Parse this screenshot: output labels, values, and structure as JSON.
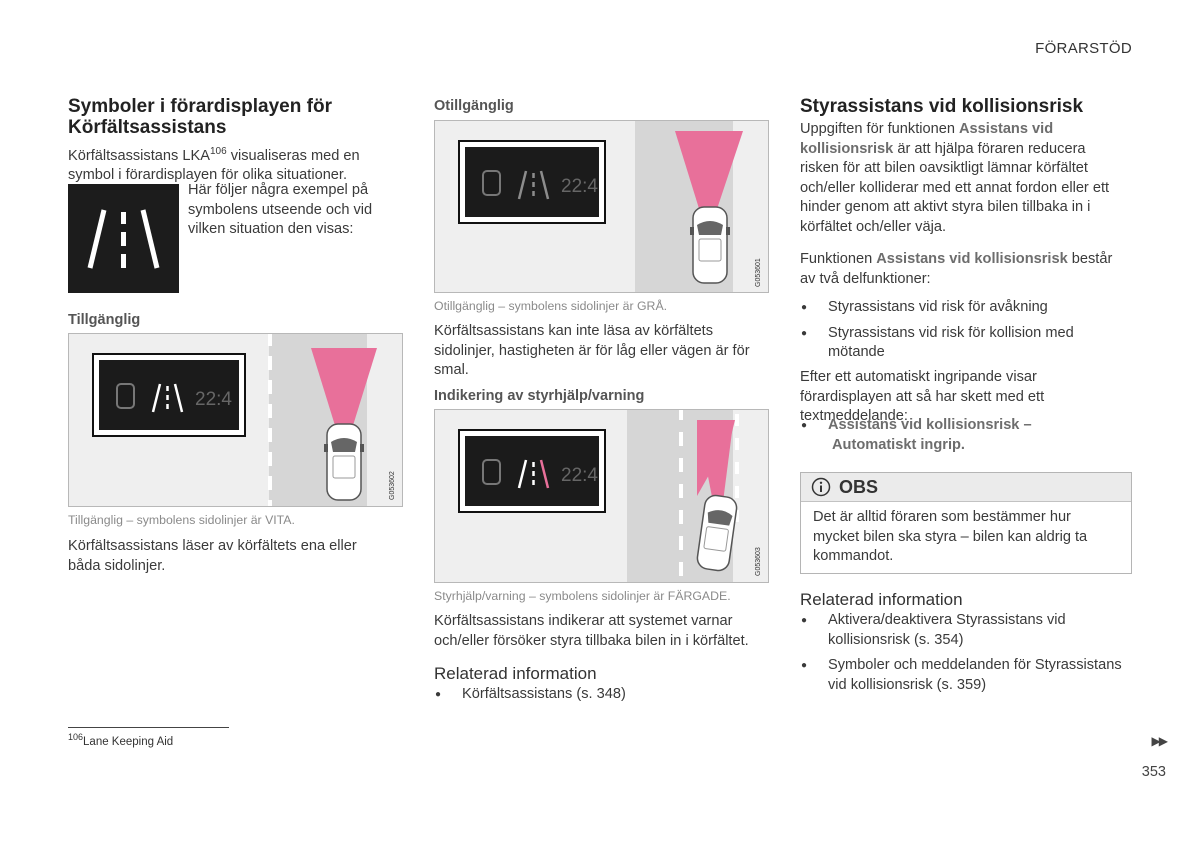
{
  "header": {
    "section": "FÖRARSTÖD"
  },
  "col1": {
    "title_line1": "Symboler i förardisplayen för",
    "title_line2": "Körfältsassistans",
    "intro_a": "Körfältsassistans LKA",
    "intro_sup": "106",
    "intro_b": " visualiseras med en symbol i förardisplayen för olika situationer.",
    "side_text": "Här följer några exempel på symbolens utseende och vid vilken situation den visas:",
    "sub_available": "Tillgänglig",
    "fig_code_available": "G053602",
    "clock": "22:4",
    "caption_available": "Tillgänglig – symbolens sidolinjer är VITA.",
    "text_available": "Körfältsassistans läser av körfältets ena eller båda sidolinjer."
  },
  "col2": {
    "sub_unavailable": "Otillgänglig",
    "fig_code_unavailable": "G053601",
    "caption_unavailable": "Otillgänglig – symbolens sidolinjer är GRÅ.",
    "text_unavailable": "Körfältsassistans kan inte läsa av körfältets sidolinjer, hastigheten är för låg eller vägen är för smal.",
    "sub_warning": "Indikering av styrhjälp/varning",
    "fig_code_warning": "G053603",
    "caption_warning": "Styrhjälp/varning – symbolens sidolinjer är FÄRGADE.",
    "text_warning": "Körfältsassistans indikerar att systemet varnar och/eller försöker styra tillbaka bilen in i körfältet.",
    "related_heading": "Relaterad information",
    "related_items": [
      "Körfältsassistans (s. 348)"
    ]
  },
  "col3": {
    "title": "Styrassistans vid kollisionsrisk",
    "p1_a": "Uppgiften för funktionen ",
    "p1_hl": "Assistans vid kollisionsrisk",
    "p1_b": " är att hjälpa föraren reducera risken för att bilen oavsiktligt lämnar körfältet och/eller kolliderar med ett annat fordon eller ett hinder genom att aktivt styra bilen tillbaka in i körfältet och/eller väja.",
    "p2_a": "Funktionen ",
    "p2_hl": "Assistans vid kollisionsrisk",
    "p2_b": " består av två delfunktioner:",
    "subfunctions": [
      "Styrassistans vid risk för avåkning",
      "Styrassistans vid risk för kollision med mötande"
    ],
    "p3": "Efter ett automatiskt ingripande visar förardisplayen att så har skett med ett textmeddelande:",
    "msg_line1": "Assistans vid kollisionsrisk –",
    "msg_line2": "Automatiskt ingrip.",
    "obs_title": "OBS",
    "obs_text": "Det är alltid föraren som bestämmer hur mycket bilen ska styra – bilen kan aldrig ta kommandot.",
    "related_heading": "Relaterad information",
    "related_items": [
      "Aktivera/deaktivera Styrassistans vid kollisionsrisk (s. 354)",
      "Symboler och meddelanden för Styrassistans vid kollisionsrisk (s. 359)"
    ]
  },
  "footnote": {
    "num": "106",
    "text": "Lane Keeping Aid"
  },
  "page_number": "353",
  "colors": {
    "pink": "#e8709a",
    "display_bg": "#1b1b1b",
    "road": "#d6d6d6"
  }
}
